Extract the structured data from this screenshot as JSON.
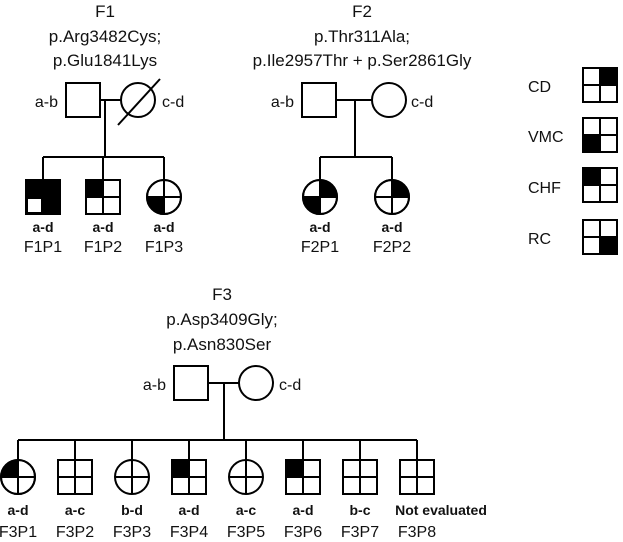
{
  "families": [
    {
      "id": "F1",
      "title": "F1",
      "variants": [
        "p.Arg3482Cys;",
        "p.Glu1841Lys"
      ],
      "father_label": "a-b",
      "mother_label": "c-d",
      "children": [
        {
          "id": "F1P1",
          "genotype": "a-d"
        },
        {
          "id": "F1P2",
          "genotype": "a-d"
        },
        {
          "id": "F1P3",
          "genotype": "a-d"
        }
      ]
    },
    {
      "id": "F2",
      "title": "F2",
      "variants": [
        "p.Thr311Ala;",
        "p.Ile2957Thr + p.Ser2861Gly"
      ],
      "father_label": "a-b",
      "mother_label": "c-d",
      "children": [
        {
          "id": "F2P1",
          "genotype": "a-d"
        },
        {
          "id": "F2P2",
          "genotype": "a-d"
        }
      ]
    },
    {
      "id": "F3",
      "title": "F3",
      "variants": [
        "p.Asp3409Gly;",
        "p.Asn830Ser"
      ],
      "father_label": "a-b",
      "mother_label": "c-d",
      "children": [
        {
          "id": "F3P1",
          "genotype": "a-d"
        },
        {
          "id": "F3P2",
          "genotype": "a-c"
        },
        {
          "id": "F3P3",
          "genotype": "b-d"
        },
        {
          "id": "F3P4",
          "genotype": "a-d"
        },
        {
          "id": "F3P5",
          "genotype": "a-c"
        },
        {
          "id": "F3P6",
          "genotype": "a-d"
        },
        {
          "id": "F3P7",
          "genotype": "b-c"
        },
        {
          "id": "F3P8",
          "genotype": "Not evaluated"
        }
      ]
    }
  ],
  "legend": [
    {
      "label": "CD",
      "quadrant": "top-right"
    },
    {
      "label": "VMC",
      "quadrant": "bottom-left"
    },
    {
      "label": "CHF",
      "quadrant": "top-left"
    },
    {
      "label": "RC",
      "quadrant": "bottom-right"
    }
  ]
}
